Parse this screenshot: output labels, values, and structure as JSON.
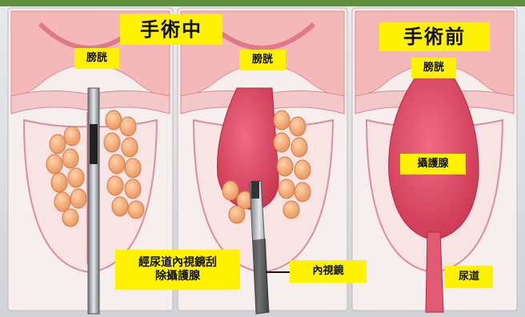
{
  "labels": {
    "during_surgery": "手術中",
    "before_surgery": "手術前",
    "bladder_left": "膀胱",
    "bladder_middle": "膀胱",
    "bladder_right": "膀胱",
    "prostate": "攝護腺",
    "turp_line1": "經尿道內視鏡刮",
    "turp_line2": "除攝護腺",
    "endoscope": "內視鏡",
    "urethra": "尿道"
  },
  "colors": {
    "label_bg": "#fff200",
    "tissue_pink": "#f5b8b8",
    "prostate_red": "#e0506a",
    "nodules": "#f2a66b",
    "scope_metal": "#9ea4a8"
  },
  "panels": [
    "left-during-surgery",
    "middle-during-surgery",
    "right-before-surgery"
  ]
}
